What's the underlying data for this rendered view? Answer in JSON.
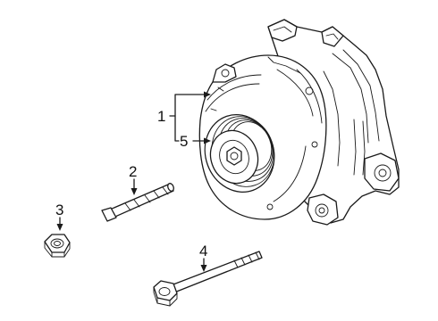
{
  "callouts": [
    {
      "id": "1",
      "text": "1",
      "part": "alternator"
    },
    {
      "id": "2",
      "text": "2",
      "part": "stud"
    },
    {
      "id": "3",
      "text": "3",
      "part": "nut"
    },
    {
      "id": "4",
      "text": "4",
      "part": "bolt"
    },
    {
      "id": "5",
      "text": "5",
      "part": "pulley"
    }
  ]
}
